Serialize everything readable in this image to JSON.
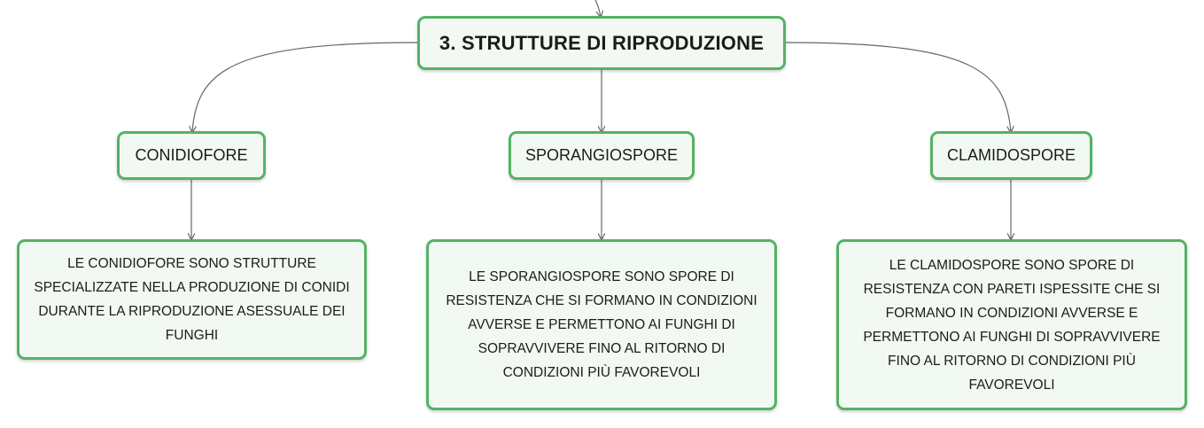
{
  "root": {
    "label": "3. STRUTTURE DI RIPRODUZIONE"
  },
  "topics": [
    {
      "label": "CONIDIOFORE",
      "description": "LE CONIDIOFORE SONO STRUTTURE SPECIALIZZATE NELLA PRODUZIONE DI CONIDI DURANTE LA RIPRODUZIONE ASESSUALE DEI FUNGHI"
    },
    {
      "label": "SPORANGIOSPORE",
      "description": "LE SPORANGIOSPORE SONO SPORE DI RESISTENZA CHE SI FORMANO IN CONDIZIONI AVVERSE E PERMETTONO AI FUNGHI DI SOPRAVVIVERE FINO AL RITORNO DI CONDIZIONI PIÙ FAVOREVOLI"
    },
    {
      "label": "CLAMIDOSPORE",
      "description": "LE CLAMIDOSPORE SONO SPORE DI RESISTENZA CON PARETI ISPESSITE CHE SI FORMANO IN CONDIZIONI AVVERSE E PERMETTONO AI FUNGHI DI SOPRAVVIVERE FINO AL RITORNO DI CONDIZIONI PIÙ FAVOREVOLI"
    }
  ],
  "colors": {
    "border": "#55b265",
    "fill": "#f1f9f2",
    "connector": "#666666"
  }
}
